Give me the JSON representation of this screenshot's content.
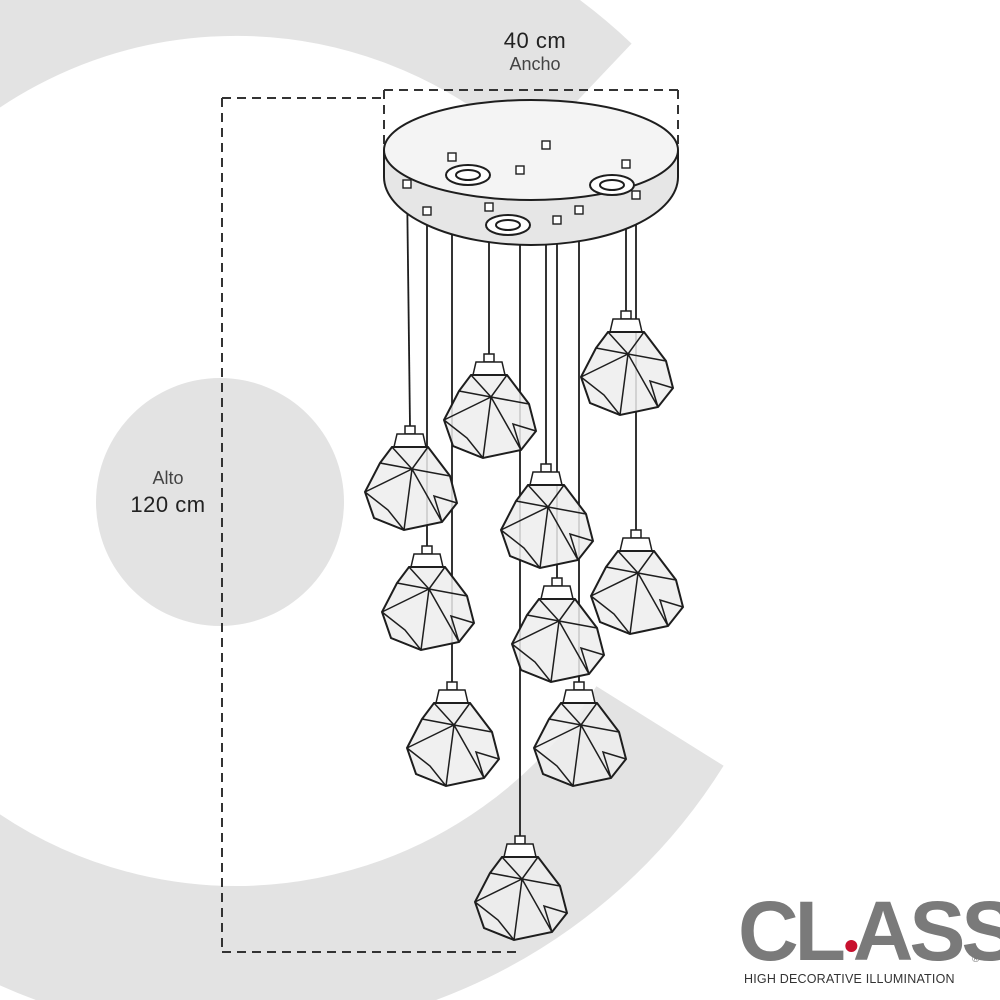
{
  "dimensions": {
    "width": {
      "value": "40 cm",
      "caption": "Ancho"
    },
    "height": {
      "caption": "Alto",
      "value": "120 cm"
    }
  },
  "product": {
    "pendant_count": 10,
    "canopy_shape": "round",
    "shade_style": "faceted geometric glass"
  },
  "brand": {
    "logo_text": "CLASS",
    "registered_mark": "®",
    "tagline": "HIGH DECORATIVE ILLUMINATION",
    "accent_color": "#c8102e",
    "logo_color": "#7a7a7a"
  },
  "colors": {
    "background_swirl": "#e3e3e3",
    "line": "#1e1e1e",
    "dimension_line": "#333333"
  }
}
